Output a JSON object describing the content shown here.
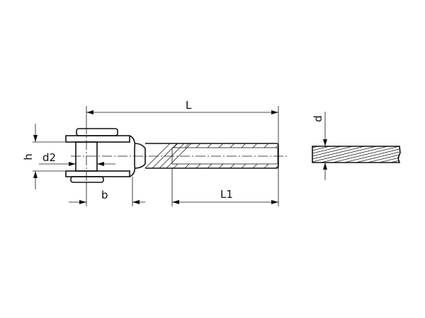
{
  "labels": {
    "L": "L",
    "L1": "L1",
    "b": "b",
    "h": "h",
    "d2": "d2",
    "d": "d"
  }
}
